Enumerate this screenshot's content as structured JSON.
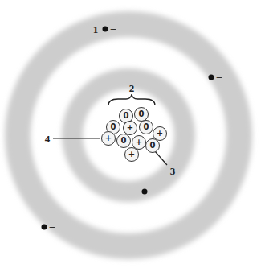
{
  "diagram": {
    "nodes": [
      {
        "text": [
          "0"
        ]
      },
      {
        "text": [
          "0"
        ]
      },
      {
        "text": [
          "0"
        ]
      },
      {
        "text": [
          "+"
        ]
      },
      {
        "text": [
          "0"
        ]
      },
      {
        "text": [
          "+"
        ]
      },
      {
        "text": [
          "+"
        ]
      },
      {
        "text": [
          "0"
        ]
      },
      {
        "text": [
          "+"
        ]
      },
      {
        "text": [
          "0"
        ]
      },
      {
        "text": [
          "+"
        ]
      }
    ],
    "labels": [
      "1",
      "–",
      "–",
      "2",
      "4",
      "3",
      "–",
      "–"
    ]
  }
}
